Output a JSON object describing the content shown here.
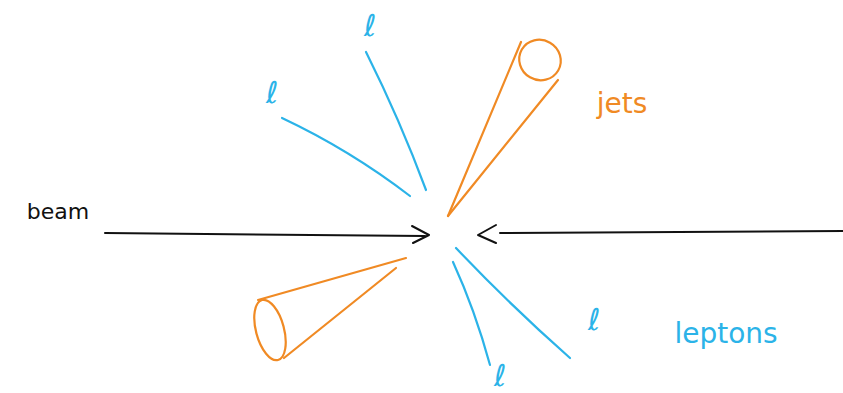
{
  "diagram": {
    "labels": [
      "ℓ",
      "ℓ",
      "jets",
      "beam",
      "ℓ",
      "leptons",
      "ℓ"
    ]
  }
}
